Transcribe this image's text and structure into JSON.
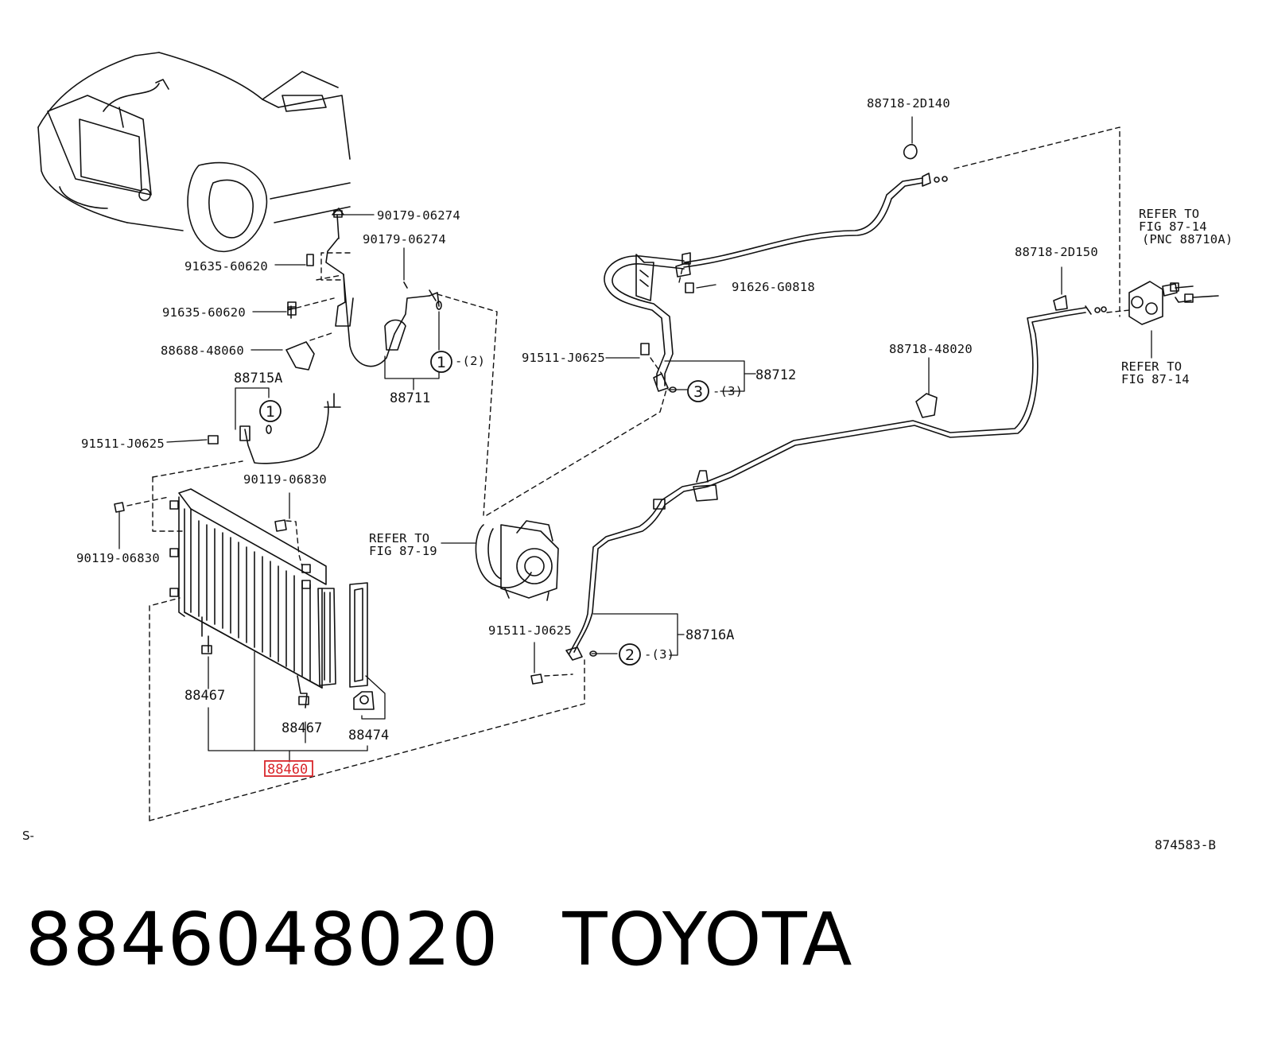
{
  "parts": {
    "p_88718_2D140": "88718-2D140",
    "p_90179_06274_a": "90179-06274",
    "p_90179_06274_b": "90179-06274",
    "p_91635_60620_a": "91635-60620",
    "p_91635_60620_b": "91635-60620",
    "p_88688_48060": "88688-48060",
    "p_88715A": "88715A",
    "p_88711": "88711",
    "p_91511_J0625_a": "91511-J0625",
    "p_91511_J0625_b": "91511-J0625",
    "p_91511_J0625_c": "91511-J0625",
    "p_90119_06830_a": "90119-06830",
    "p_90119_06830_b": "90119-06830",
    "p_91626_G0818": "91626-G0818",
    "p_88712": "88712",
    "p_88718_2D150": "88718-2D150",
    "p_88718_48020": "88718-48020",
    "p_88716A": "88716A",
    "p_88467_a": "88467",
    "p_88467_b": "88467",
    "p_88474": "88474",
    "p_88460": "88460"
  },
  "refer": {
    "compressor_line1": "REFER TO",
    "compressor_line2": "FIG 87-19",
    "top_line1": "REFER TO",
    "top_line2": "FIG 87-14",
    "top_line3": "(PNC 88710A)",
    "bottom_line1": "REFER TO",
    "bottom_line2": "FIG 87-14"
  },
  "callouts": {
    "c1_num": "1",
    "c1_qty": "-(2)",
    "c1b_num": "1",
    "c2_num": "2",
    "c2_qty": "-(3)",
    "c3_num": "3",
    "c3_qty": "-(3)"
  },
  "corner_left": "S-",
  "figure_code": "874583-B",
  "highlight_color": "#d9262b",
  "caption": {
    "part_number": "8846048020",
    "brand": "TOYOTA"
  }
}
